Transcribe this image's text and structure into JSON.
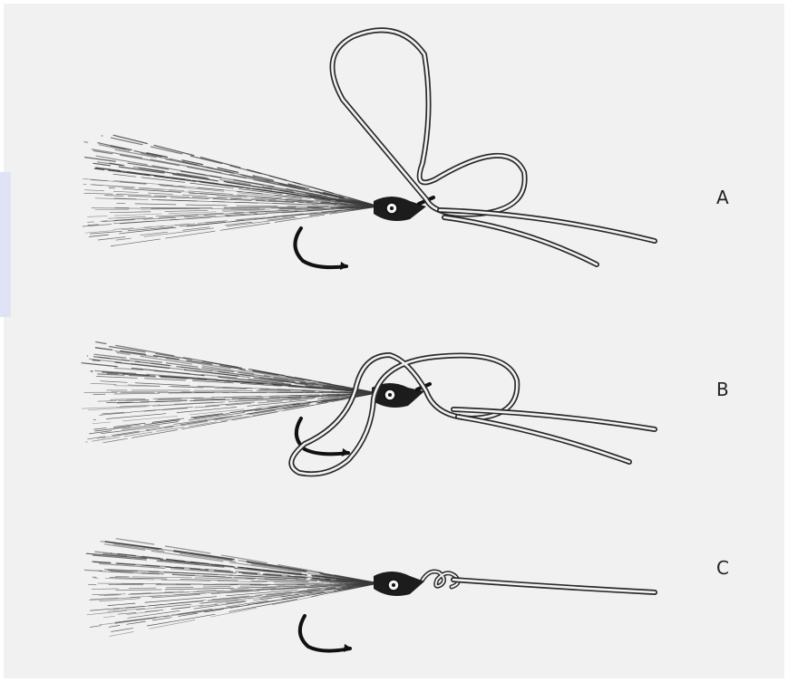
{
  "steps": [
    {
      "label": "A"
    },
    {
      "label": "B"
    },
    {
      "label": "C"
    }
  ],
  "colors": {
    "paper": "#f1f1f1",
    "ink": "#222222",
    "edge_tint": "#dfe3f5"
  }
}
